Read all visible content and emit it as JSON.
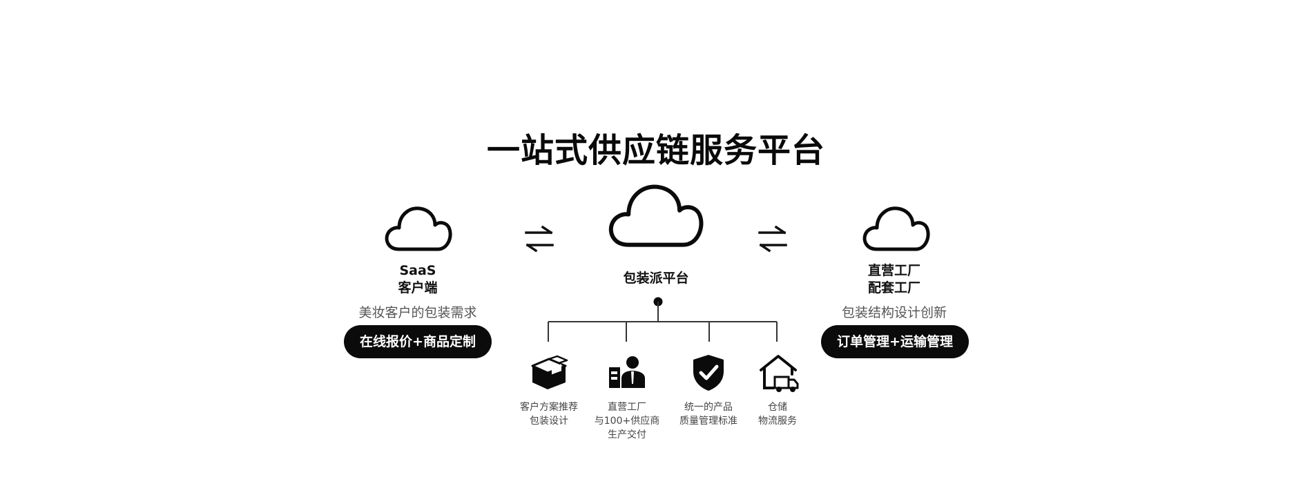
{
  "title": "一站式供应链服务平台",
  "left": {
    "lines": [
      "SaaS",
      "客户端"
    ],
    "subtitle": "美妆客户的包装需求",
    "pill": "在线报价+商品定制",
    "icon": "cloud-icon"
  },
  "center": {
    "label": "包装派平台",
    "icon": "cloud-icon"
  },
  "right": {
    "lines": [
      "直营工厂",
      "配套工厂"
    ],
    "subtitle": "包装结构设计创新",
    "pill": "订单管理+运输管理",
    "icon": "cloud-icon"
  },
  "arrows": [
    "swap-arrows-icon",
    "swap-arrows-icon"
  ],
  "features": [
    {
      "icon": "box-icon",
      "lines": [
        "客户方案推荐",
        "包装设计"
      ]
    },
    {
      "icon": "person-factory-icon",
      "lines": [
        "直营工厂",
        "与100+供应商",
        "生产交付"
      ]
    },
    {
      "icon": "shield-check-icon",
      "lines": [
        "统一的产品",
        "质量管理标准"
      ]
    },
    {
      "icon": "warehouse-truck-icon",
      "lines": [
        "仓储",
        "物流服务"
      ]
    }
  ],
  "colors": {
    "ink": "#0b0b0b",
    "muted": "#555555",
    "background": "#ffffff"
  }
}
